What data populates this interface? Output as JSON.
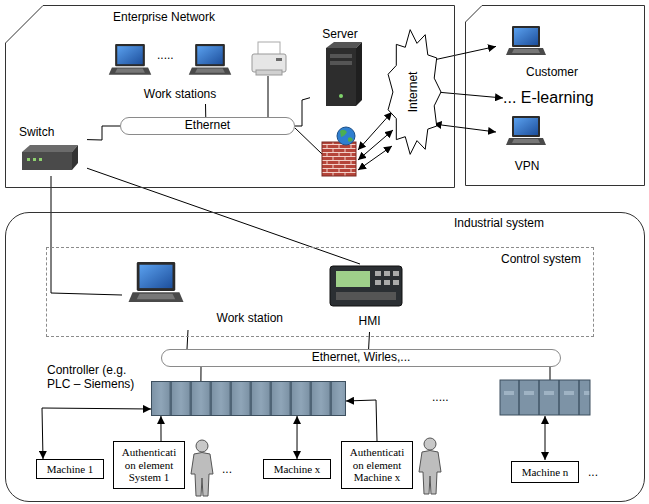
{
  "diagram": {
    "nodes": [
      {
        "text": [
          "Enterprise Network"
        ]
      },
      {
        "text": [
          "Work stations"
        ],
        "in": 0
      },
      {
        "text": [
          "Server"
        ],
        "in": 0
      },
      {
        "text": [
          "Switch"
        ],
        "in": 0
      },
      {
        "text": [
          "Ethernet"
        ],
        "in": 0
      },
      {
        "text": [
          "Internet"
        ]
      },
      {
        "text": [
          "Customer"
        ]
      },
      {
        "text": [
          "... E-learning"
        ]
      },
      {
        "text": [
          "VPN"
        ]
      },
      {
        "text": [
          "Industrial system"
        ]
      },
      {
        "text": [
          "Control system"
        ],
        "in": 9
      },
      {
        "text": [
          "Work station"
        ],
        "in": 10
      },
      {
        "text": [
          "HMI"
        ],
        "in": 10
      },
      {
        "text": [
          "Ethernet, Wirles,..."
        ],
        "in": 9
      },
      {
        "text": [
          "Controller (e.g. PLC – Siemens)"
        ],
        "in": 9
      },
      {
        "text": [
          "Machine 1"
        ],
        "in": 9
      },
      {
        "text": [
          "Authenticati on element System 1"
        ],
        "in": 9
      },
      {
        "text": [
          "Machine x"
        ],
        "in": 9
      },
      {
        "text": [
          "Authenticati on element Machine x"
        ],
        "in": 9
      },
      {
        "text": [
          "Machine n"
        ],
        "in": 9
      }
    ],
    "edges": [
      {
        "from": 1,
        "to": 4,
        "arrow": "none"
      },
      {
        "from": 2,
        "to": 4,
        "arrow": "none"
      },
      {
        "from": 3,
        "to": 4,
        "arrow": "none"
      },
      {
        "from": 5,
        "to": 6,
        "arrow": "to"
      },
      {
        "from": 5,
        "to": 7,
        "arrow": "to"
      },
      {
        "from": 5,
        "to": 8,
        "arrow": "both"
      },
      {
        "from": 3,
        "to": 11,
        "arrow": "none"
      },
      {
        "from": 3,
        "to": 12,
        "arrow": "none"
      },
      {
        "from": 11,
        "to": 13,
        "arrow": "none"
      },
      {
        "from": 12,
        "to": 13,
        "arrow": "none"
      },
      {
        "from": 13,
        "to": 14,
        "arrow": "none"
      },
      {
        "from": 14,
        "to": 15,
        "arrow": "both"
      },
      {
        "from": 16,
        "to": 14,
        "arrow": "to"
      },
      {
        "from": 14,
        "to": 17,
        "arrow": "both"
      },
      {
        "from": 18,
        "to": 14,
        "arrow": "to"
      }
    ],
    "labels": [
      ".....",
      "...",
      ".....",
      "..."
    ]
  }
}
